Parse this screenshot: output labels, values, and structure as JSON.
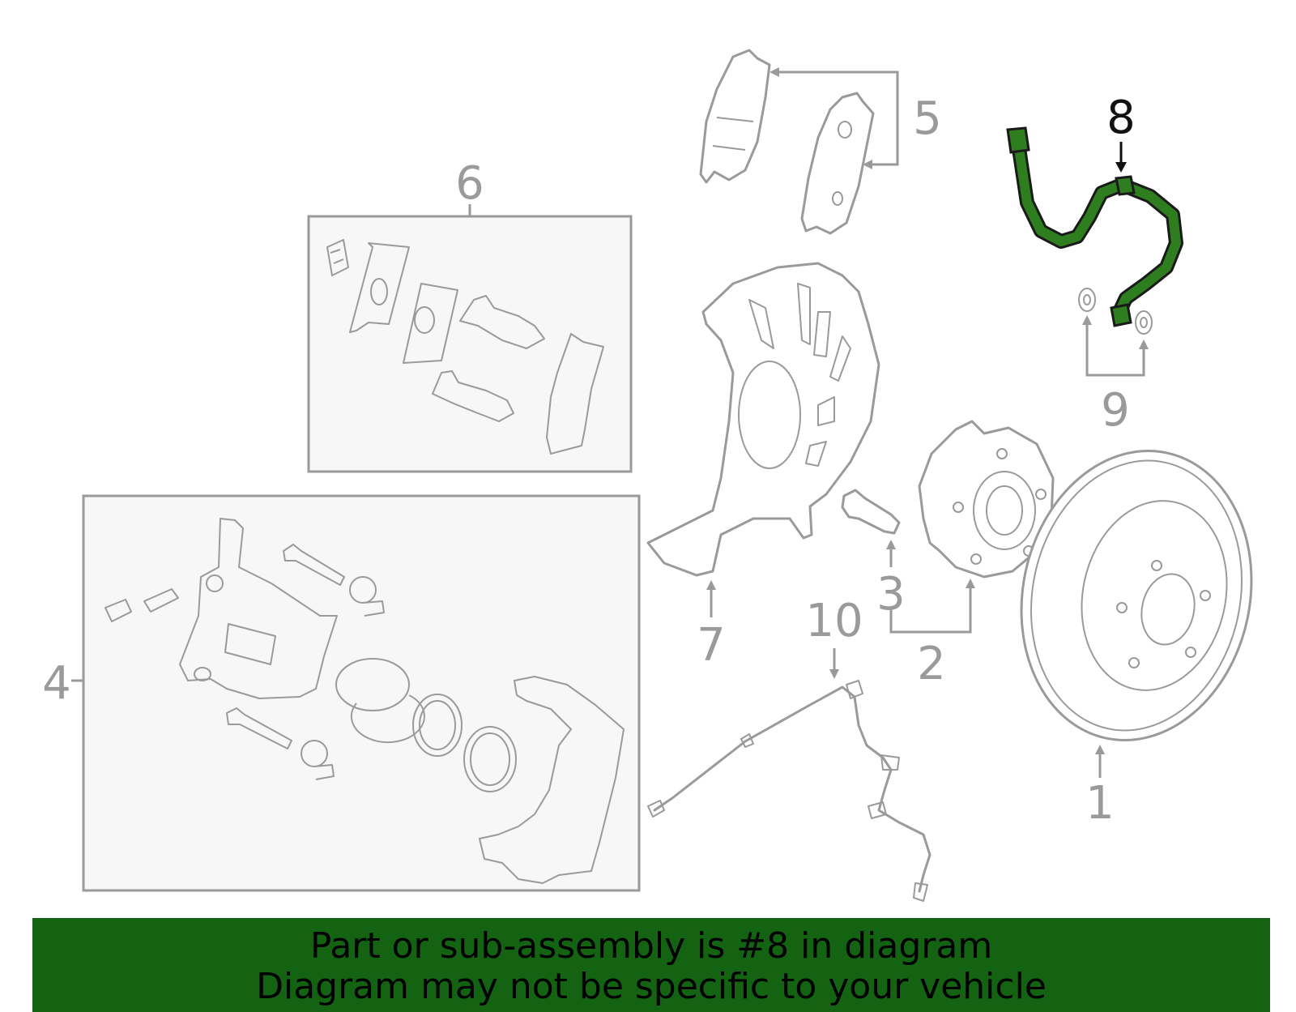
{
  "diagram": {
    "highlight_color": "#2e7d1f",
    "line_color": "#9a9a9a",
    "callouts": [
      {
        "id": "1",
        "label": "1"
      },
      {
        "id": "2",
        "label": "2"
      },
      {
        "id": "3",
        "label": "3"
      },
      {
        "id": "4",
        "label": "4"
      },
      {
        "id": "5",
        "label": "5"
      },
      {
        "id": "6",
        "label": "6"
      },
      {
        "id": "7",
        "label": "7"
      },
      {
        "id": "8",
        "label": "8",
        "highlighted": true
      },
      {
        "id": "9",
        "label": "9"
      },
      {
        "id": "10",
        "label": "10"
      }
    ]
  },
  "banner": {
    "background": "#136313",
    "line1": "Part or sub-assembly is #8 in diagram",
    "line2": "Diagram may not be specific to your vehicle"
  }
}
